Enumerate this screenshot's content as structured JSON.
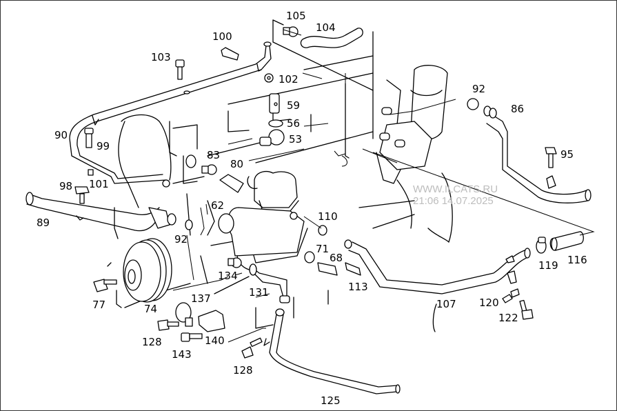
{
  "diagram": {
    "type": "exploded-parts-diagram",
    "subject": "engine cooling / water pump hoses and pipes",
    "watermark": {
      "site": "WWW.ILCATS.RU",
      "timestamp": "21:06 14.07.2025"
    },
    "callouts": [
      {
        "id": "c105",
        "label": "105"
      },
      {
        "id": "c104",
        "label": "104"
      },
      {
        "id": "c100",
        "label": "100"
      },
      {
        "id": "c103",
        "label": "103"
      },
      {
        "id": "c102",
        "label": "102"
      },
      {
        "id": "c59",
        "label": "59"
      },
      {
        "id": "c56",
        "label": "56"
      },
      {
        "id": "c53",
        "label": "53"
      },
      {
        "id": "c90",
        "label": "90"
      },
      {
        "id": "c99",
        "label": "99"
      },
      {
        "id": "c83",
        "label": "83"
      },
      {
        "id": "c80",
        "label": "80"
      },
      {
        "id": "c98",
        "label": "98"
      },
      {
        "id": "c101",
        "label": "101"
      },
      {
        "id": "c89",
        "label": "89"
      },
      {
        "id": "c62",
        "label": "62"
      },
      {
        "id": "c92a",
        "label": "92"
      },
      {
        "id": "c92b",
        "label": "92"
      },
      {
        "id": "c86",
        "label": "86"
      },
      {
        "id": "c95",
        "label": "95"
      },
      {
        "id": "c110",
        "label": "110"
      },
      {
        "id": "c71",
        "label": "71"
      },
      {
        "id": "c68",
        "label": "68"
      },
      {
        "id": "c113",
        "label": "113"
      },
      {
        "id": "c134",
        "label": "134"
      },
      {
        "id": "c131",
        "label": "131"
      },
      {
        "id": "c77",
        "label": "77"
      },
      {
        "id": "c74",
        "label": "74"
      },
      {
        "id": "c137",
        "label": "137"
      },
      {
        "id": "c128a",
        "label": "128"
      },
      {
        "id": "c143",
        "label": "143"
      },
      {
        "id": "c140",
        "label": "140"
      },
      {
        "id": "c128b",
        "label": "128"
      },
      {
        "id": "c125",
        "label": "125"
      },
      {
        "id": "c107",
        "label": "107"
      },
      {
        "id": "c120",
        "label": "120"
      },
      {
        "id": "c122",
        "label": "122"
      },
      {
        "id": "c119",
        "label": "119"
      },
      {
        "id": "c116",
        "label": "116"
      }
    ]
  }
}
